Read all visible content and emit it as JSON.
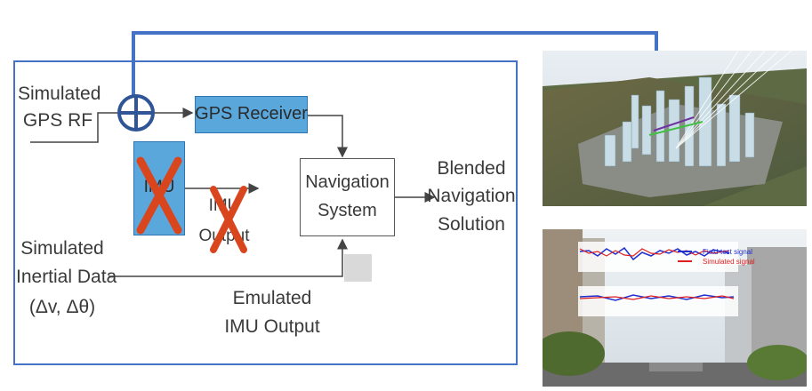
{
  "labels": {
    "simulated_gps_rf": [
      "Simulated",
      "GPS RF"
    ],
    "gps_receiver": "GPS Receiver",
    "imu": "IMU",
    "imu_output": [
      "IMU",
      "Output"
    ],
    "navigation_system": [
      "Navigation",
      "System"
    ],
    "blended_solution": [
      "Blended",
      "Navigation",
      "Solution"
    ],
    "simulated_inertial": [
      "Simulated",
      "Inertial Data",
      "(Δv, Δθ)"
    ],
    "emulated_imu_output": [
      "Emulated",
      "IMU Output"
    ]
  },
  "chart_inset": {
    "legend": [
      "Field-test signal",
      "Simulated signal"
    ]
  },
  "colors": {
    "frame_blue": "#4472c4",
    "box_blue": "#5aa7dc",
    "cross_red": "#d9461e",
    "field_test_line": "#1f2fd0",
    "simulated_line": "#e02020"
  }
}
